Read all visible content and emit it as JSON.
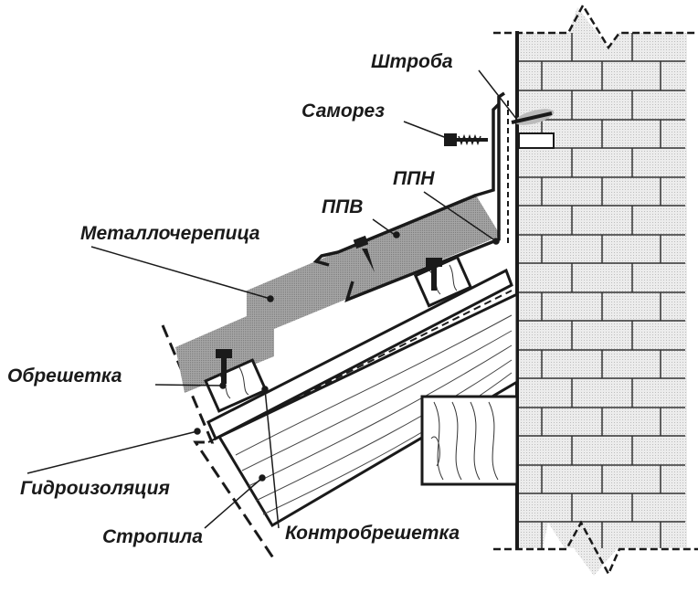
{
  "diagram": {
    "title": "Примыкание кровли из металлочерепицы к кирпичной стене",
    "labels": {
      "shtroba": "Штроба",
      "samorez": "Саморез",
      "ppn": "ППН",
      "ppv": "ППВ",
      "metallocherepitsa": "Металлочерепица",
      "obreshetka": "Обрешетка",
      "gidroizolyatsiya": "Гидроизоляция",
      "stropila": "Стропила",
      "kontrobreshetka": "Контробрешетка"
    },
    "colors": {
      "ink": "#1a1a1a",
      "tile": "#9a9a9a",
      "brick": "#e6e6e6",
      "wood": "#ffffff"
    }
  }
}
